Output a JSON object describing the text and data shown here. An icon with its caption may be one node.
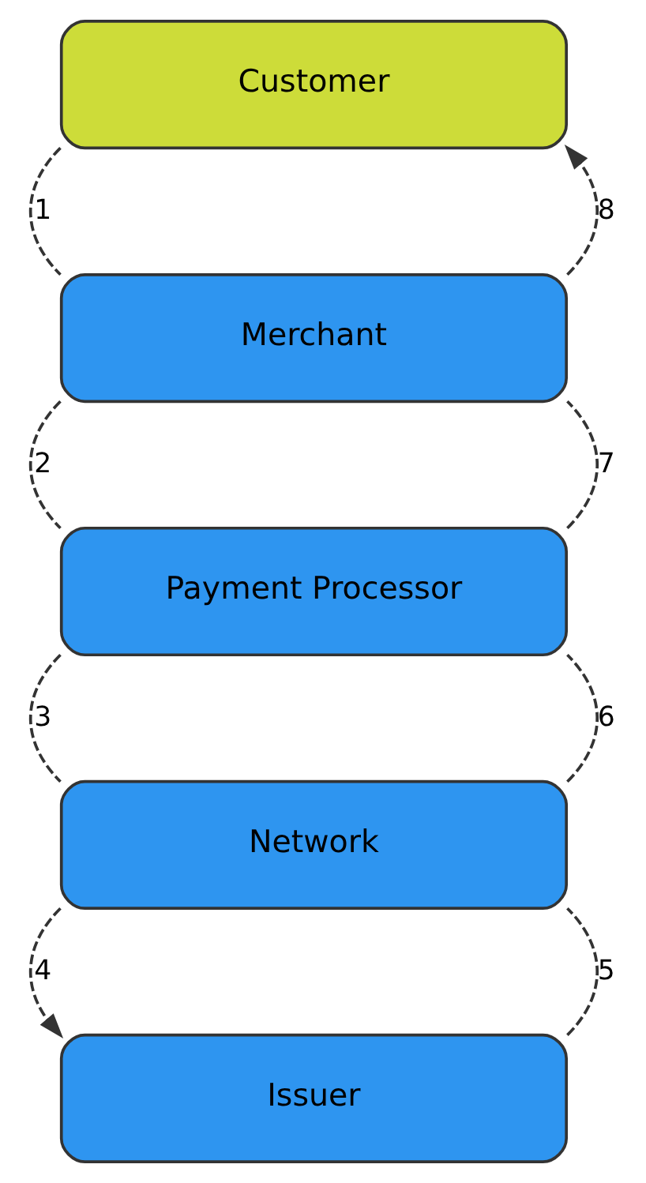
{
  "diagram": {
    "nodes": [
      {
        "text": [
          "Customer"
        ]
      },
      {
        "text": [
          "Merchant"
        ]
      },
      {
        "text": [
          "Payment Processor"
        ]
      },
      {
        "text": [
          "Network"
        ]
      },
      {
        "text": [
          "Issuer"
        ]
      }
    ],
    "edges": [
      {
        "from": 0,
        "to": 1,
        "arrow": "none",
        "label": "1",
        "style": "dashed"
      },
      {
        "from": 1,
        "to": 2,
        "arrow": "none",
        "label": "2",
        "style": "dashed"
      },
      {
        "from": 2,
        "to": 3,
        "arrow": "none",
        "label": "3",
        "style": "dashed"
      },
      {
        "from": 3,
        "to": 4,
        "arrow": "to",
        "label": "4",
        "style": "dashed"
      },
      {
        "from": 4,
        "to": 3,
        "arrow": "none",
        "label": "5",
        "style": "dashed"
      },
      {
        "from": 3,
        "to": 2,
        "arrow": "none",
        "label": "6",
        "style": "dashed"
      },
      {
        "from": 2,
        "to": 1,
        "arrow": "none",
        "label": "7",
        "style": "dashed"
      },
      {
        "from": 1,
        "to": 0,
        "arrow": "to",
        "label": "8",
        "style": "dashed"
      }
    ]
  }
}
